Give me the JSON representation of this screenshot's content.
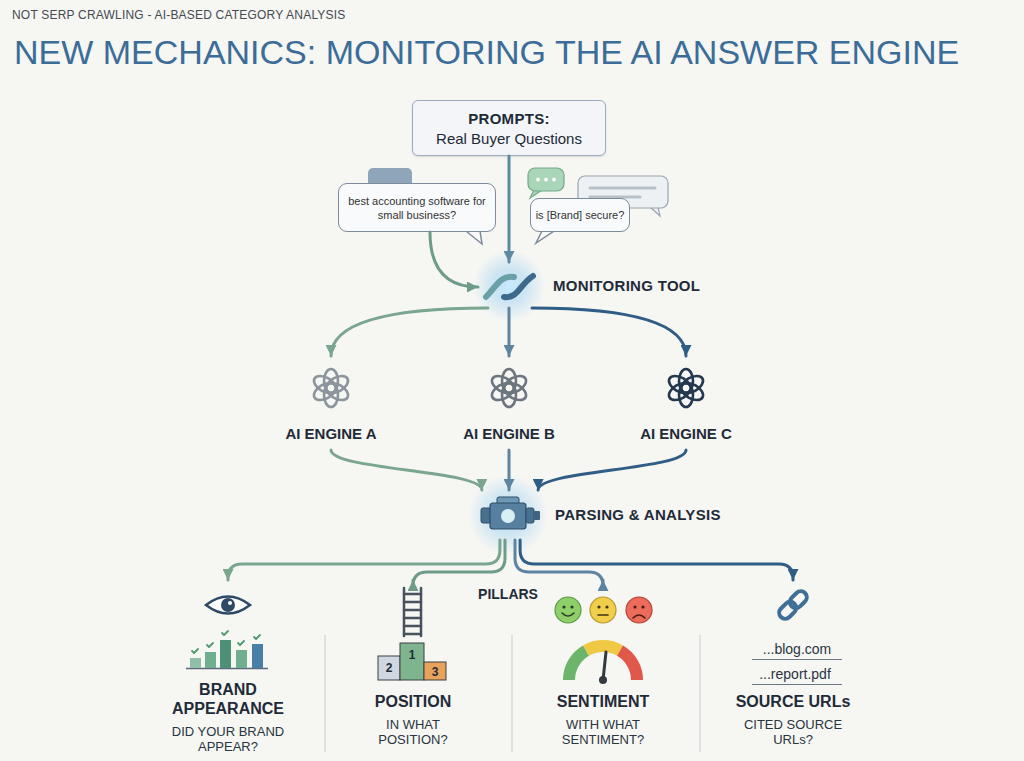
{
  "diagram": {
    "title": "NEW MECHANICS: MONITORING THE AI ANSWER ENGINE",
    "nodes": [
      {
        "text": [
          "PROMPTS:",
          "Real Buyer Questions"
        ]
      },
      {
        "text": [
          "best accounting software for small business?"
        ]
      },
      {
        "text": [
          "is [Brand] secure?"
        ]
      },
      {
        "text": [
          "MONITORING TOOL"
        ]
      },
      {
        "text": [
          "AI ENGINE A"
        ]
      },
      {
        "text": [
          "AI ENGINE B"
        ]
      },
      {
        "text": [
          "AI ENGINE C"
        ]
      },
      {
        "text": [
          "PARSING & ANALYSIS"
        ]
      },
      {
        "text": [
          "BRAND APPEARANCE",
          "DID YOUR BRAND APPEAR?"
        ]
      },
      {
        "text": [
          "POSITION",
          "IN WHAT POSITION?"
        ]
      },
      {
        "text": [
          "SENTIMENT",
          "WITH WHAT SENTIMENT?"
        ]
      },
      {
        "text": [
          "SOURCE URLs",
          "CITED SOURCE URLs?"
        ]
      }
    ],
    "edges": [
      {
        "from": 0,
        "to": 3,
        "arrow": "to"
      },
      {
        "from": 1,
        "to": 3,
        "arrow": "to"
      },
      {
        "from": 3,
        "to": 4,
        "arrow": "to"
      },
      {
        "from": 3,
        "to": 5,
        "arrow": "to"
      },
      {
        "from": 3,
        "to": 6,
        "arrow": "to"
      },
      {
        "from": 4,
        "to": 7,
        "arrow": "to"
      },
      {
        "from": 5,
        "to": 7,
        "arrow": "to"
      },
      {
        "from": 6,
        "to": 7,
        "arrow": "to"
      },
      {
        "from": 7,
        "to": 8,
        "arrow": "to"
      },
      {
        "from": 7,
        "to": 9,
        "arrow": "to"
      },
      {
        "from": 7,
        "to": 10,
        "arrow": "to"
      },
      {
        "from": 7,
        "to": 11,
        "arrow": "to"
      }
    ],
    "labels": [
      "NOT SERP CRAWLING - AI-BASED CATEGORY ANALYSIS",
      "PILLARS",
      "2",
      "1",
      "3",
      "...blog.com",
      "...report.pdf"
    ]
  }
}
